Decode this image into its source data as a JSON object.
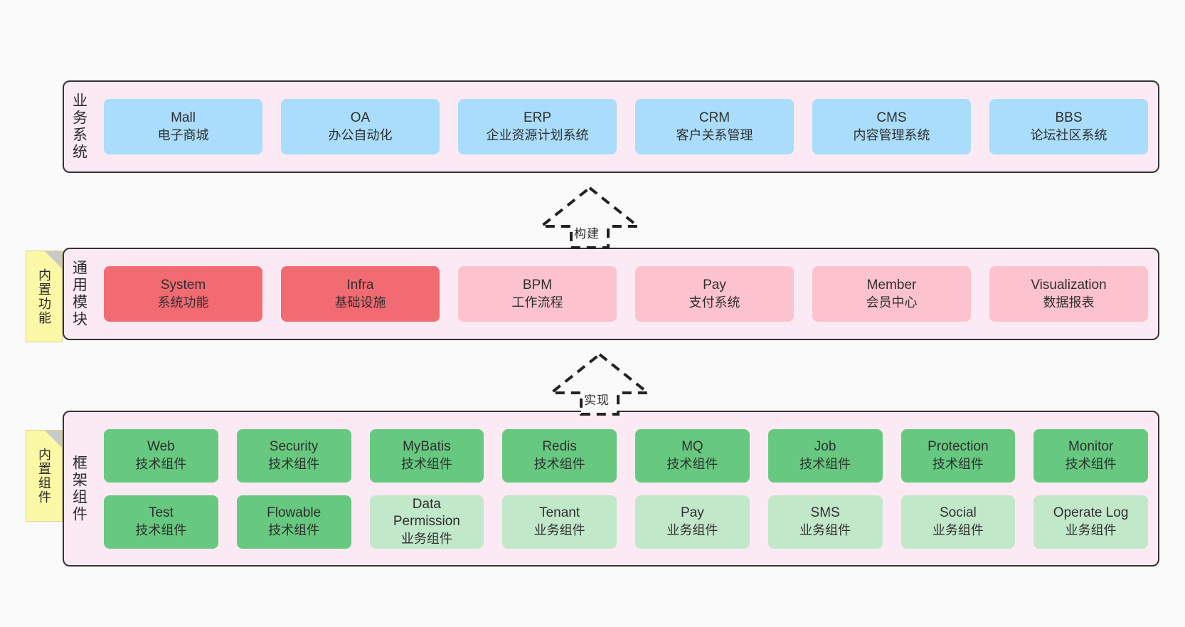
{
  "diagram": {
    "title_hidden": "",
    "background": "#fafafa",
    "colors": {
      "panel_bg": "#fbeaf4",
      "panel_border": "#333333",
      "business_card": "#aadcfb",
      "module_core": "#f26a72",
      "module_optional": "#fcc2cd",
      "component_tech": "#66c97f",
      "component_business": "#c2e8ca",
      "note_bg": "#fbf8a6",
      "note_fold": "#c9c9c9"
    }
  },
  "layers": [
    {
      "id": "business",
      "label": "业务系统",
      "rows": [
        {
          "cards": [
            {
              "t1": "Mall",
              "t2": "电子商城",
              "style": "c-blue"
            },
            {
              "t1": "OA",
              "t2": "办公自动化",
              "style": "c-blue"
            },
            {
              "t1": "ERP",
              "t2": "企业资源计划系统",
              "style": "c-blue"
            },
            {
              "t1": "CRM",
              "t2": "客户关系管理",
              "style": "c-blue"
            },
            {
              "t1": "CMS",
              "t2": "内容管理系统",
              "style": "c-blue"
            },
            {
              "t1": "BBS",
              "t2": "论坛社区系统",
              "style": "c-blue"
            }
          ]
        }
      ]
    },
    {
      "id": "modules",
      "label": "通用模块",
      "note": "内置功能",
      "rows": [
        {
          "cards": [
            {
              "t1": "System",
              "t2": "系统功能",
              "style": "c-red"
            },
            {
              "t1": "Infra",
              "t2": "基础设施",
              "style": "c-red"
            },
            {
              "t1": "BPM",
              "t2": "工作流程",
              "style": "c-pink"
            },
            {
              "t1": "Pay",
              "t2": "支付系统",
              "style": "c-pink"
            },
            {
              "t1": "Member",
              "t2": "会员中心",
              "style": "c-pink"
            },
            {
              "t1": "Visualization",
              "t2": "数据报表",
              "style": "c-pink"
            }
          ]
        }
      ]
    },
    {
      "id": "framework",
      "label": "框架组件",
      "note": "内置组件",
      "rows": [
        {
          "cards": [
            {
              "t1": "Web",
              "t2": "技术组件",
              "style": "c-green"
            },
            {
              "t1": "Security",
              "t2": "技术组件",
              "style": "c-green"
            },
            {
              "t1": "MyBatis",
              "t2": "技术组件",
              "style": "c-green"
            },
            {
              "t1": "Redis",
              "t2": "技术组件",
              "style": "c-green"
            },
            {
              "t1": "MQ",
              "t2": "技术组件",
              "style": "c-green"
            },
            {
              "t1": "Job",
              "t2": "技术组件",
              "style": "c-green"
            },
            {
              "t1": "Protection",
              "t2": "技术组件",
              "style": "c-green"
            },
            {
              "t1": "Monitor",
              "t2": "技术组件",
              "style": "c-green"
            }
          ]
        },
        {
          "cards": [
            {
              "t1": "Test",
              "t2": "技术组件",
              "style": "c-green"
            },
            {
              "t1": "Flowable",
              "t2": "技术组件",
              "style": "c-green"
            },
            {
              "t1": "Data Permission",
              "t2": "业务组件",
              "style": "c-greenlight"
            },
            {
              "t1": "Tenant",
              "t2": "业务组件",
              "style": "c-greenlight"
            },
            {
              "t1": "Pay",
              "t2": "业务组件",
              "style": "c-greenlight"
            },
            {
              "t1": "SMS",
              "t2": "业务组件",
              "style": "c-greenlight"
            },
            {
              "t1": "Social",
              "t2": "业务组件",
              "style": "c-greenlight"
            },
            {
              "t1": "Operate Log",
              "t2": "业务组件",
              "style": "c-greenlight"
            }
          ]
        }
      ]
    }
  ],
  "connectors": [
    {
      "id": "build",
      "label": "构建"
    },
    {
      "id": "implement",
      "label": "实现"
    }
  ]
}
